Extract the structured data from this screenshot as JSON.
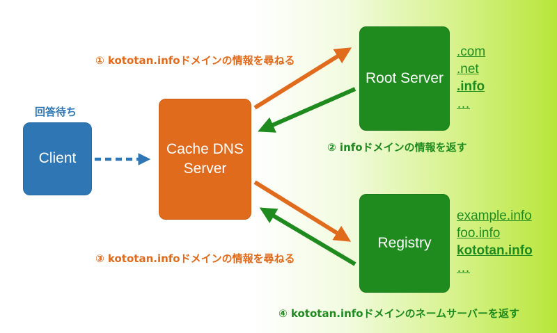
{
  "nodes": {
    "client": "Client",
    "cache": "Cache DNS\nServer",
    "root": "Root Server",
    "registry": "Registry"
  },
  "labels": {
    "waiting": "回答待ち",
    "step1": "① kototan.infoドメインの情報を尋ねる",
    "step2": "② infoドメインの情報を返す",
    "step3": "③ kototan.infoドメインの情報を尋ねる",
    "step4": "④ kototan.infoドメインのネームサーバーを返す"
  },
  "root_domains": [
    ".com",
    ".net",
    ".info",
    "…"
  ],
  "registry_domains": [
    "example.info",
    "foo.info",
    "kototan.info",
    "…"
  ],
  "colors": {
    "client": "#2f77b4",
    "cache": "#e06b1c",
    "server": "#1f8b1f"
  }
}
